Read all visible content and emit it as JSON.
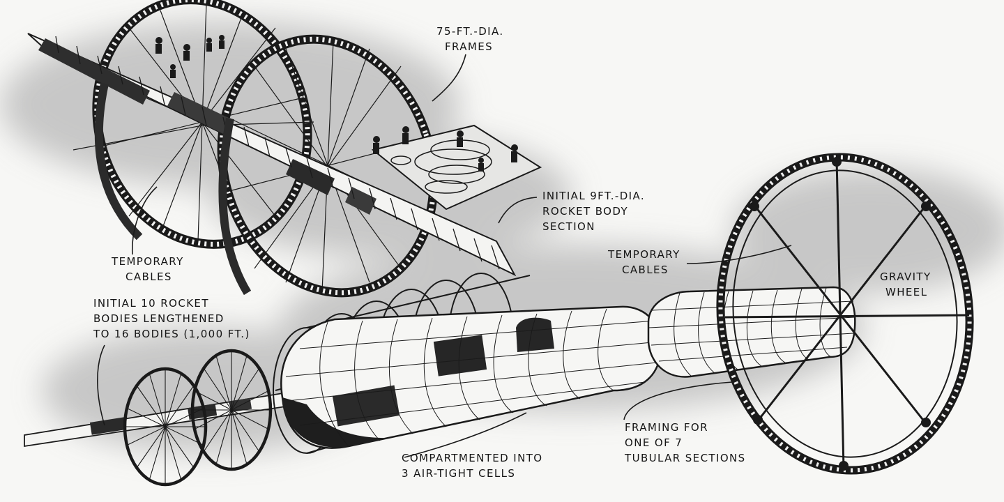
{
  "labels": {
    "frames": [
      "75-FT.-DIA.",
      "FRAMES"
    ],
    "rocket_body": [
      "INITIAL 9FT.-DIA.",
      "ROCKET BODY",
      "SECTION"
    ],
    "temp_cables_left": [
      "TEMPORARY",
      "CABLES"
    ],
    "temp_cables_right": [
      "TEMPORARY",
      "CABLES"
    ],
    "gravity_wheel": [
      "GRAVITY",
      "WHEEL"
    ],
    "lengthened": [
      "INITIAL 10 ROCKET",
      "BODIES LENGTHENED",
      "TO 16 BODIES (1,000 FT.)"
    ],
    "compartmented": [
      "COMPARTMENTED INTO",
      "3 AIR-TIGHT CELLS"
    ],
    "framing": [
      "FRAMING FOR",
      "ONE OF 7",
      "TUBULAR SECTIONS"
    ]
  },
  "colors": {
    "ink": "#1a1a1a",
    "wash": "#bdbdbd",
    "paper": "#f7f7f5"
  }
}
